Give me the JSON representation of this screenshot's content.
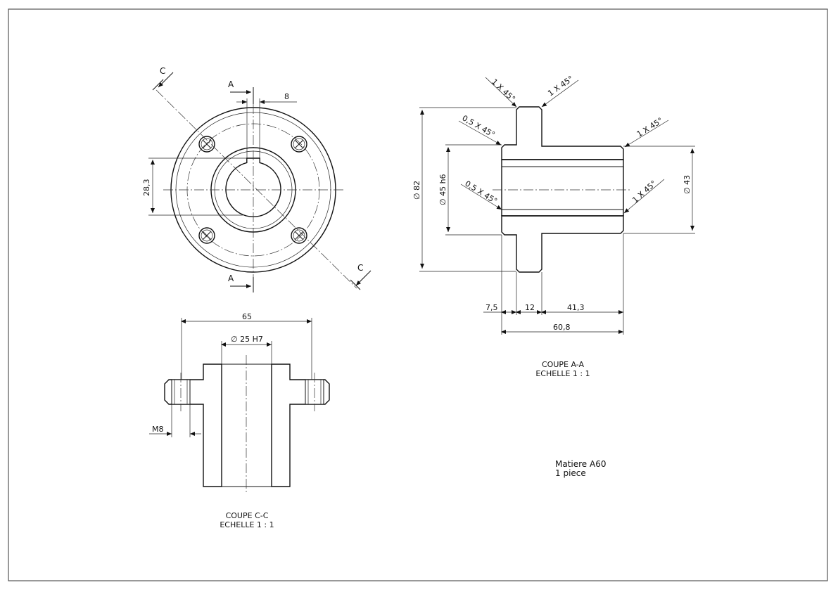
{
  "views": {
    "front": {
      "section_mark_a": "A",
      "section_mark_c": "C",
      "dim_key_width": "8",
      "dim_height": "28,3"
    },
    "section_aa": {
      "title": "COUPE A-A",
      "scale": "ECHELLE 1 : 1",
      "dim_outer_dia": "∅ 82",
      "dim_fit_dia": "∅ 45 h6",
      "dim_right_dia": "∅ 43",
      "chamfer_1": "1 X 45°",
      "chamfer_2": "1 X 45°",
      "chamfer_3": "0,5 X 45°",
      "chamfer_4": "1 X 45°",
      "chamfer_5": "0,5 X 45°",
      "chamfer_6": "1 X 45°",
      "dim_a": "7,5",
      "dim_b": "12",
      "dim_c": "41,3",
      "dim_total": "60,8"
    },
    "section_cc": {
      "title": "COUPE C-C",
      "scale": "ECHELLE 1 : 1",
      "dim_width": "65",
      "dim_bore": "∅ 25 H7",
      "dim_thread": "M8"
    }
  },
  "notes": {
    "material": "Matiere A60",
    "quantity": "1 piece"
  }
}
